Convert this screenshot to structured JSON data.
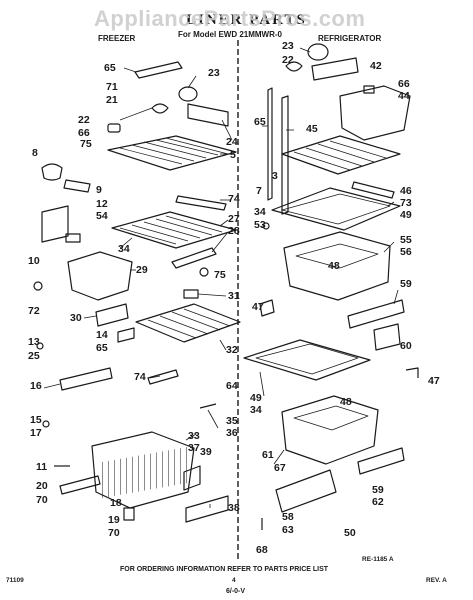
{
  "header": {
    "watermark": "AppliancePartsPros.com",
    "title": "LINER PARTS",
    "subtitle": "For Model EWD 21MMWR-0"
  },
  "sections": {
    "freezer": "FREEZER",
    "refrigerator": "REFRIGERATOR"
  },
  "callouts": [
    "65",
    "71",
    "21",
    "23",
    "22",
    "66",
    "75",
    "24",
    "5",
    "8",
    "9",
    "74",
    "12",
    "54",
    "27",
    "28",
    "34",
    "29",
    "10",
    "75",
    "72",
    "31",
    "30",
    "14",
    "65",
    "13",
    "25",
    "32",
    "16",
    "74",
    "64",
    "15",
    "17",
    "35",
    "36",
    "33",
    "37",
    "11",
    "39",
    "20",
    "70",
    "18",
    "19",
    "70",
    "38",
    "23",
    "22",
    "42",
    "66",
    "44",
    "65",
    "45",
    "3",
    "7",
    "46",
    "73",
    "49",
    "34",
    "53",
    "55",
    "56",
    "48",
    "59",
    "47",
    "60",
    "47",
    "49",
    "48",
    "34",
    "61",
    "67",
    "58",
    "59",
    "62",
    "63",
    "68",
    "50"
  ],
  "footer": {
    "note": "FOR ORDERING INFORMATION REFER TO PARTS PRICE LIST",
    "ref_code": "RE-1185 A",
    "left_code": "71109",
    "page_number": "4",
    "rev": "REV. A",
    "bottom_mark": "6/-0-V"
  }
}
